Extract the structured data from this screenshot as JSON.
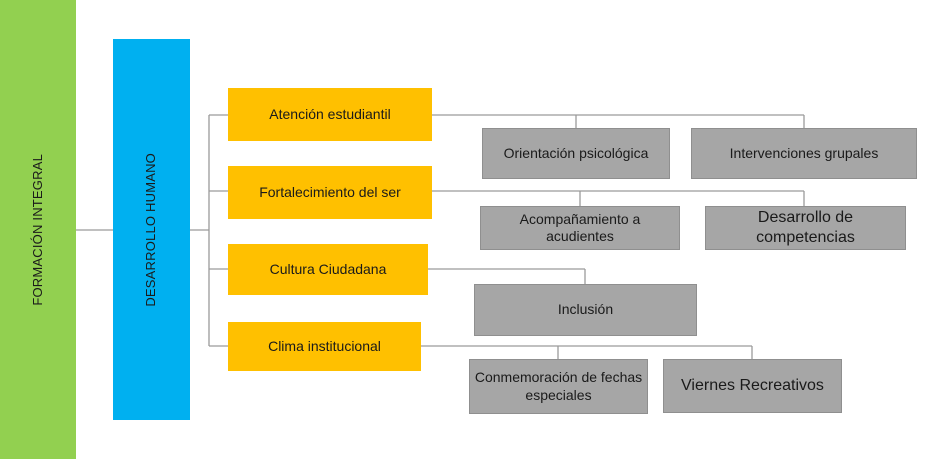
{
  "root": {
    "label": "FORMACIÓN INTEGRAL",
    "color": "#92d050"
  },
  "level1": {
    "label": "DESARROLLO HUMANO",
    "color": "#00b0f0"
  },
  "branches": [
    {
      "label": "Atención estudiantil",
      "children": [
        "Orientación psicológica",
        "Intervenciones grupales"
      ]
    },
    {
      "label": "Fortalecimiento del ser",
      "children": [
        "Acompañamiento a acudientes",
        "Desarrollo de competencias"
      ]
    },
    {
      "label": "Cultura Ciudadana",
      "children": [
        "Inclusión"
      ]
    },
    {
      "label": "Clima institucional",
      "children": [
        "Conmemoración de fechas especiales",
        "Viernes Recreativos"
      ]
    }
  ],
  "colors": {
    "branch": "#ffc000",
    "leaf": "#a6a6a6",
    "connector": "#9a9a9a"
  }
}
